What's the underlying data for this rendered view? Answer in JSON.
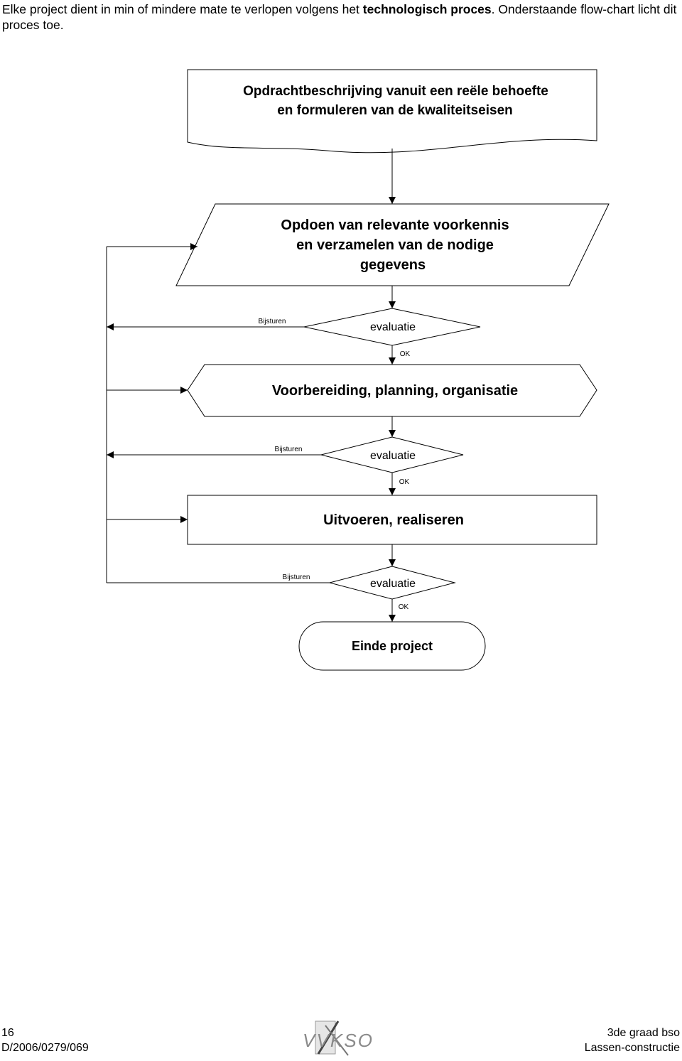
{
  "intro": {
    "part1": "Elke project dient in min of mindere mate te verlopen volgens het ",
    "bold": "technologisch proces",
    "part2": ". Onderstaande flow-chart licht dit proces toe."
  },
  "flowchart": {
    "document": {
      "line1": "Opdrachtbeschrijving vanuit een reële behoefte",
      "line2": "en formuleren van de kwaliteitseisen"
    },
    "parallelogram": {
      "line1": "Opdoen van relevante voorkennis",
      "line2": "en verzamelen van de nodige",
      "line3": "gegevens"
    },
    "hexagon": "Voorbereiding, planning, organisatie",
    "process": "Uitvoeren, realiseren",
    "terminator": "Einde project",
    "decisions": [
      {
        "label": "evaluatie",
        "no": "Bijsturen",
        "yes": "OK"
      },
      {
        "label": "evaluatie",
        "no": "Bijsturen",
        "yes": "OK"
      },
      {
        "label": "evaluatie",
        "no": "Bijsturen",
        "yes": "OK"
      }
    ]
  },
  "footer": {
    "page_number": "16",
    "code": "D/2006/0279/069",
    "grade": "3de graad bso",
    "subject": "Lassen-constructie",
    "logo_text": "VVKSO"
  }
}
